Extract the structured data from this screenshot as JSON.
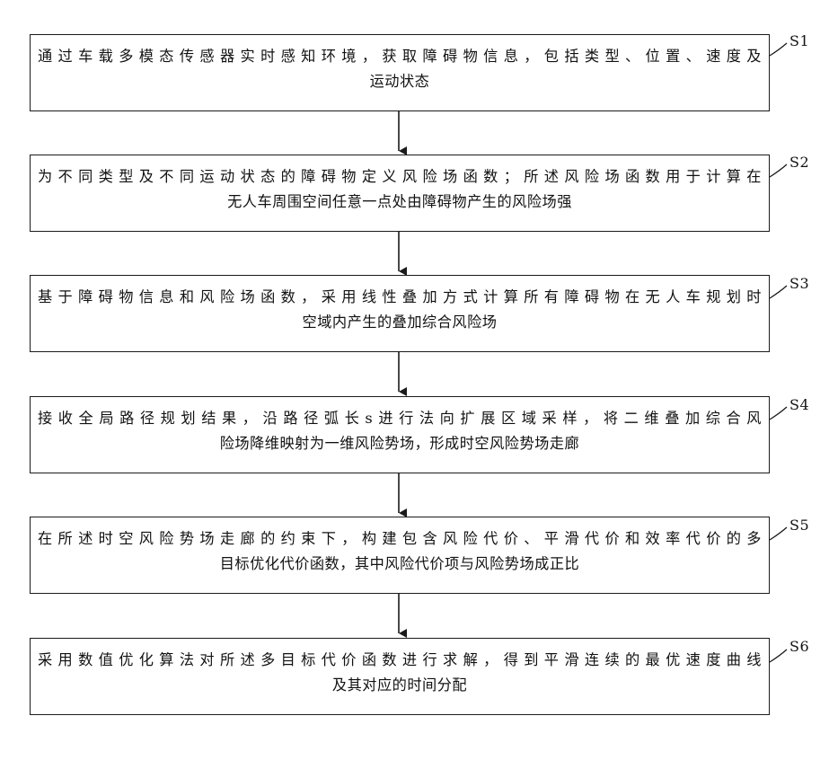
{
  "steps": [
    {
      "label": "S1",
      "line1": "通过车载多模态传感器实时感知环境，获取障碍物信息，包括类型、位置、速度及",
      "line2": "运动状态"
    },
    {
      "label": "S2",
      "line1": "为不同类型及不同运动状态的障碍物定义风险场函数；所述风险场函数用于计算在",
      "line2": "无人车周围空间任意一点处由障碍物产生的风险场强"
    },
    {
      "label": "S3",
      "line1": "基于障碍物信息和风险场函数，采用线性叠加方式计算所有障碍物在无人车规划时",
      "line2": "空域内产生的叠加综合风险场"
    },
    {
      "label": "S4",
      "line1": "接收全局路径规划结果，沿路径弧长s进行法向扩展区域采样，将二维叠加综合风",
      "line2": "险场降维映射为一维风险势场，形成时空风险势场走廊"
    },
    {
      "label": "S5",
      "line1": "在所述时空风险势场走廊的约束下，构建包含风险代价、平滑代价和效率代价的多",
      "line2": "目标优化代价函数，其中风险代价项与风险势场成正比"
    },
    {
      "label": "S6",
      "line1": "采用数值优化算法对所述多目标代价函数进行求解，得到平滑连续的最优速度曲线",
      "line2": "及其对应的时间分配"
    }
  ]
}
